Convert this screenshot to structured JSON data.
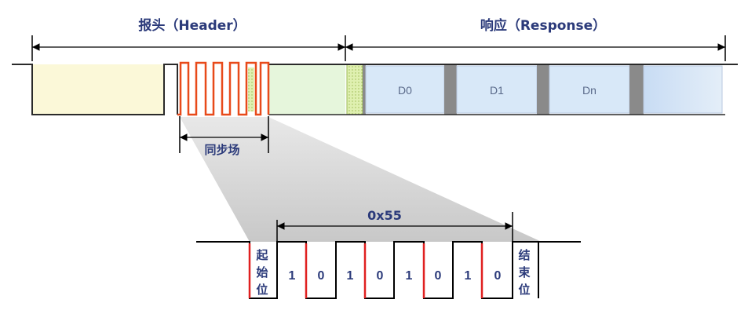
{
  "labels": {
    "header": "报头（Header）",
    "response": "响应（Response）",
    "sync_field": "同步场",
    "hex_value": "0x55",
    "start_bit": [
      "起",
      "始",
      "位"
    ],
    "stop_bit": [
      "结",
      "束",
      "位"
    ]
  },
  "response_segments": [
    "D0",
    "D1",
    "Dn"
  ],
  "sync_bits": [
    "1",
    "0",
    "1",
    "0",
    "1",
    "0",
    "1",
    "0"
  ],
  "colors": {
    "header_fill": "#fbf8d8",
    "sync_pulse": "#e84a1a",
    "header_tail_fill": "#e6f6dc",
    "interframe_fill": "#d4ee9c",
    "response_segment_fill": "#d8e8f8",
    "separator": "#8a8a8a",
    "bit_edge": "#e02020",
    "label_text": "#2b3a7a"
  }
}
